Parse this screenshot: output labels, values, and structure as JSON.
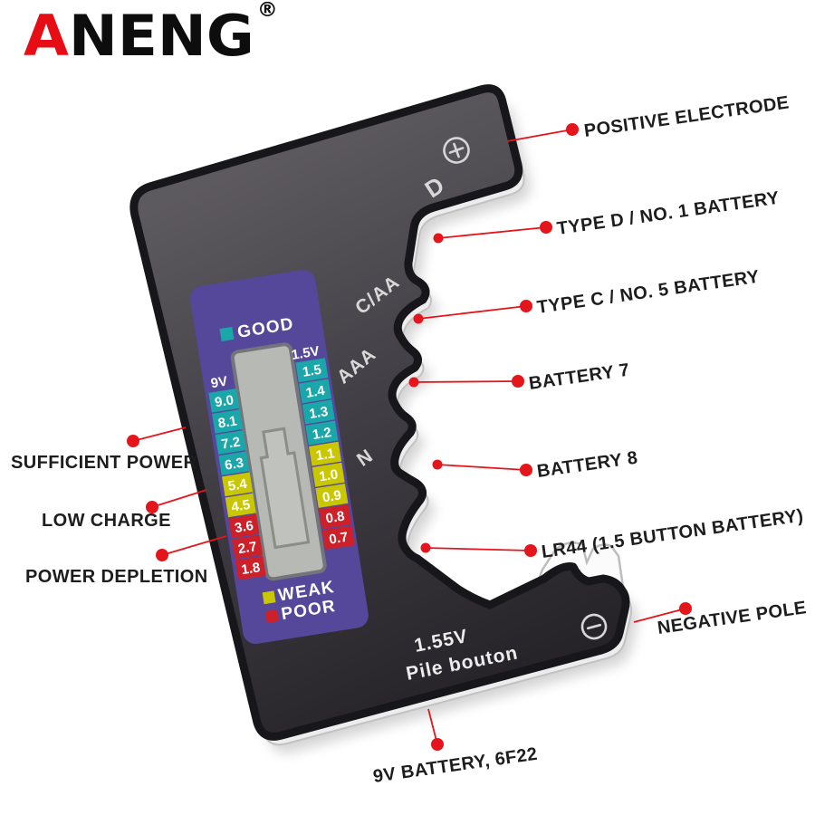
{
  "logo": {
    "prefix": "A",
    "rest": "NENG",
    "registered": "®",
    "prefix_color": "#e60d15",
    "text_color": "#0d0d0d"
  },
  "device": {
    "body_color": "#3a383c",
    "slots": [
      "D",
      "C/AA",
      "AAA",
      "N"
    ],
    "positive_terminal_icon": "plus-circle",
    "negative_terminal_icon": "minus-circle",
    "footer_line1": "1.55V",
    "footer_line2": "Pile bouton",
    "lcd": {
      "panel_color": "#55489a",
      "screen_color": "#b7b9b5",
      "good": {
        "label": "GOOD",
        "color": "#1ba6a9"
      },
      "weak": {
        "label": "WEAK",
        "color": "#c9c702"
      },
      "poor": {
        "label": "POOR",
        "color": "#cd2028"
      },
      "left_header": "9V",
      "right_header": "1.5V",
      "left_scale": [
        {
          "value": "9.0",
          "level": "good"
        },
        {
          "value": "8.1",
          "level": "good"
        },
        {
          "value": "7.2",
          "level": "good"
        },
        {
          "value": "6.3",
          "level": "good"
        },
        {
          "value": "5.4",
          "level": "weak"
        },
        {
          "value": "4.5",
          "level": "weak"
        },
        {
          "value": "3.6",
          "level": "poor"
        },
        {
          "value": "2.7",
          "level": "poor"
        },
        {
          "value": "1.8",
          "level": "poor"
        }
      ],
      "right_scale": [
        {
          "value": "1.5",
          "level": "good"
        },
        {
          "value": "1.4",
          "level": "good"
        },
        {
          "value": "1.3",
          "level": "good"
        },
        {
          "value": "1.2",
          "level": "good"
        },
        {
          "value": "1.1",
          "level": "weak"
        },
        {
          "value": "1.0",
          "level": "weak"
        },
        {
          "value": "0.9",
          "level": "weak"
        },
        {
          "value": "0.8",
          "level": "poor"
        },
        {
          "value": "0.7",
          "level": "poor"
        }
      ]
    }
  },
  "callouts": {
    "accent_color": "#e4151b",
    "text_color": "#1d1d1d",
    "right": [
      {
        "label": "POSITIVE ELECTRODE"
      },
      {
        "label": "TYPE D / NO. 1 BATTERY"
      },
      {
        "label": "TYPE C / NO. 5 BATTERY"
      },
      {
        "label": "BATTERY 7"
      },
      {
        "label": "BATTERY 8"
      },
      {
        "label": "LR44 (1.5 BUTTON BATTERY)"
      },
      {
        "label": "NEGATIVE POLE"
      }
    ],
    "left": [
      {
        "label": "SUFFICIENT POWER"
      },
      {
        "label": "LOW CHARGE"
      },
      {
        "label": "POWER DEPLETION"
      }
    ],
    "bottom": [
      {
        "label": "9V BATTERY, 6F22"
      }
    ]
  }
}
